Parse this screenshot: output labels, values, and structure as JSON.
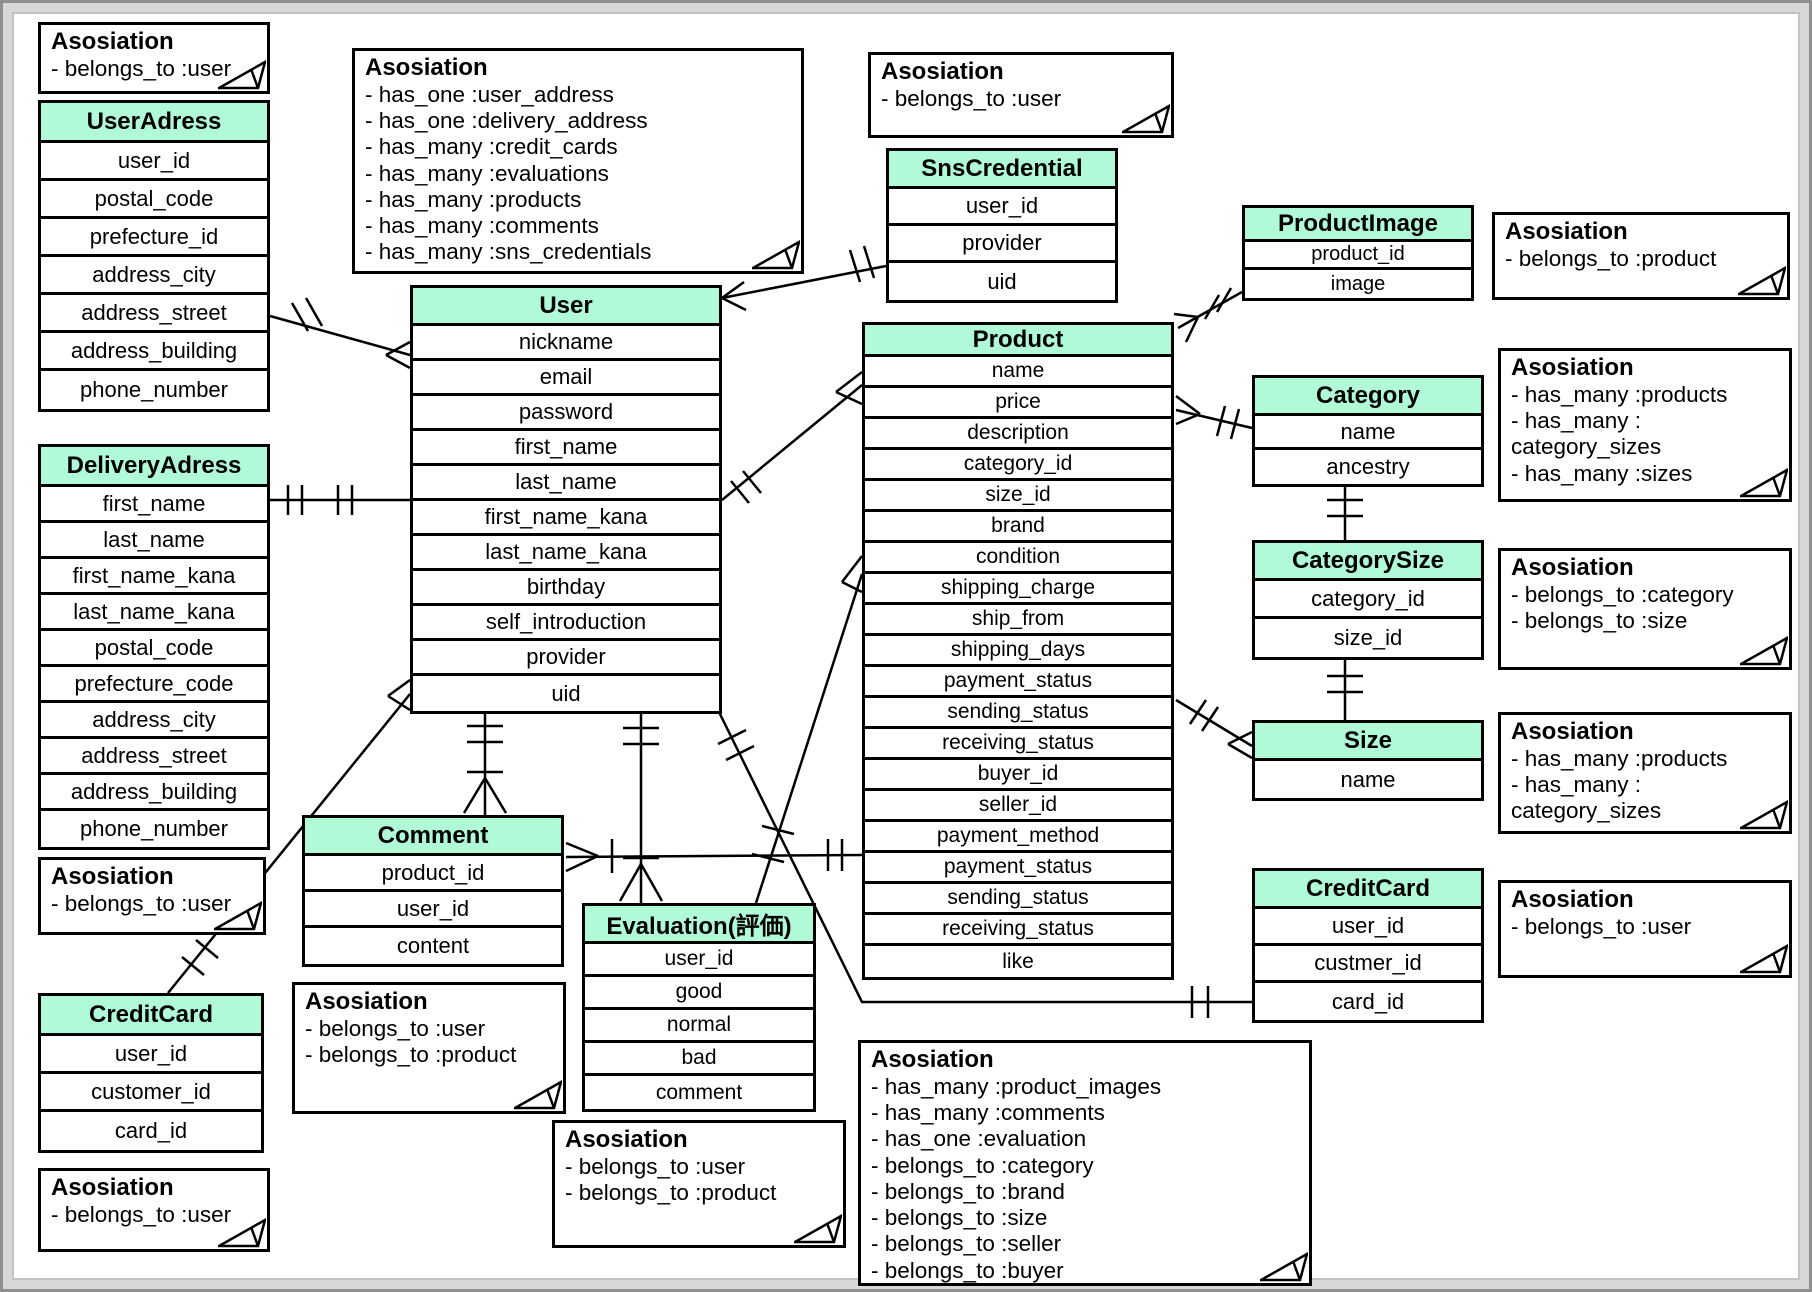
{
  "diagram": {
    "colors": {
      "header_fill": "#B0FAD8",
      "line": "#000000",
      "background": "#FFFFFF",
      "frame": "#D8D8D8"
    },
    "entities": [
      {
        "id": "user_address",
        "title": "UserAdress",
        "fields": [
          "user_id",
          "postal_code",
          "prefecture_id",
          "address_city",
          "address_street",
          "address_building",
          "phone_number"
        ]
      },
      {
        "id": "delivery_address",
        "title": "DeliveryAdress",
        "fields": [
          "first_name",
          "last_name",
          "first_name_kana",
          "last_name_kana",
          "postal_code",
          "prefecture_code",
          "address_city",
          "address_street",
          "address_building",
          "phone_number"
        ]
      },
      {
        "id": "credit_card_left",
        "title": "CreditCard",
        "fields": [
          "user_id",
          "customer_id",
          "card_id"
        ]
      },
      {
        "id": "user",
        "title": "User",
        "fields": [
          "nickname",
          "email",
          "password",
          "first_name",
          "last_name",
          "first_name_kana",
          "last_name_kana",
          "birthday",
          "self_introduction",
          "provider",
          "uid"
        ]
      },
      {
        "id": "comment",
        "title": "Comment",
        "fields": [
          "product_id",
          "user_id",
          "content"
        ]
      },
      {
        "id": "evaluation",
        "title": "Evaluation(評価)",
        "fields": [
          "user_id",
          "good",
          "normal",
          "bad",
          "comment"
        ]
      },
      {
        "id": "sns_credential",
        "title": "SnsCredential",
        "fields": [
          "user_id",
          "provider",
          "uid"
        ]
      },
      {
        "id": "product",
        "title": "Product",
        "fields": [
          "name",
          "price",
          "description",
          "category_id",
          "size_id",
          "brand",
          "condition",
          "shipping_charge",
          "ship_from",
          "shipping_days",
          "payment_status",
          "sending_status",
          "receiving_status",
          "buyer_id",
          "seller_id",
          "payment_method",
          "payment_status",
          "sending_status",
          "receiving_status",
          "like"
        ]
      },
      {
        "id": "product_image",
        "title": "ProductImage",
        "fields": [
          "product_id",
          "image"
        ]
      },
      {
        "id": "category",
        "title": "Category",
        "fields": [
          "name",
          "ancestry"
        ]
      },
      {
        "id": "category_size",
        "title": "CategorySize",
        "fields": [
          "category_id",
          "size_id"
        ]
      },
      {
        "id": "size",
        "title": "Size",
        "fields": [
          "name"
        ]
      },
      {
        "id": "credit_card_right",
        "title": "CreditCard",
        "fields": [
          "user_id",
          "custmer_id",
          "card_id"
        ]
      }
    ],
    "notes": [
      {
        "id": "note_user_address",
        "title": "Asosiation",
        "lines": [
          "- belongs_to :user"
        ]
      },
      {
        "id": "note_user",
        "title": "Asosiation",
        "lines": [
          "- has_one :user_address",
          "- has_one :delivery_address",
          "- has_many :credit_cards",
          "- has_many :evaluations",
          "- has_many :products",
          "- has_many :comments",
          "- has_many :sns_credentials"
        ]
      },
      {
        "id": "note_sns",
        "title": "Asosiation",
        "lines": [
          "- belongs_to :user"
        ]
      },
      {
        "id": "note_product_image",
        "title": "Asosiation",
        "lines": [
          "- belongs_to :product"
        ]
      },
      {
        "id": "note_category",
        "title": "Asosiation",
        "lines": [
          "- has_many :products",
          "- has_many :",
          "category_sizes",
          "- has_many :sizes"
        ]
      },
      {
        "id": "note_category_size",
        "title": "Asosiation",
        "lines": [
          "- belongs_to :category",
          "- belongs_to :size"
        ]
      },
      {
        "id": "note_size",
        "title": "Asosiation",
        "lines": [
          "- has_many :products",
          "- has_many :",
          "category_sizes"
        ]
      },
      {
        "id": "note_credit_card_right",
        "title": "Asosiation",
        "lines": [
          "- belongs_to :user"
        ]
      },
      {
        "id": "note_delivery",
        "title": "Asosiation",
        "lines": [
          "- belongs_to :user"
        ]
      },
      {
        "id": "note_comment",
        "title": "Asosiation",
        "lines": [
          "- belongs_to :user",
          "- belongs_to :product"
        ]
      },
      {
        "id": "note_evaluation",
        "title": "Asosiation",
        "lines": [
          "- belongs_to :user",
          "- belongs_to :product"
        ]
      },
      {
        "id": "note_credit_card_left",
        "title": "Asosiation",
        "lines": [
          "- belongs_to :user"
        ]
      },
      {
        "id": "note_product",
        "title": "Asosiation",
        "lines": [
          "- has_many :product_images",
          "- has_many :comments",
          "- has_one :evaluation",
          "- belongs_to :category",
          "- belongs_to :brand",
          "- belongs_to :size",
          "- belongs_to :seller",
          "- belongs_to :buyer"
        ]
      }
    ]
  }
}
